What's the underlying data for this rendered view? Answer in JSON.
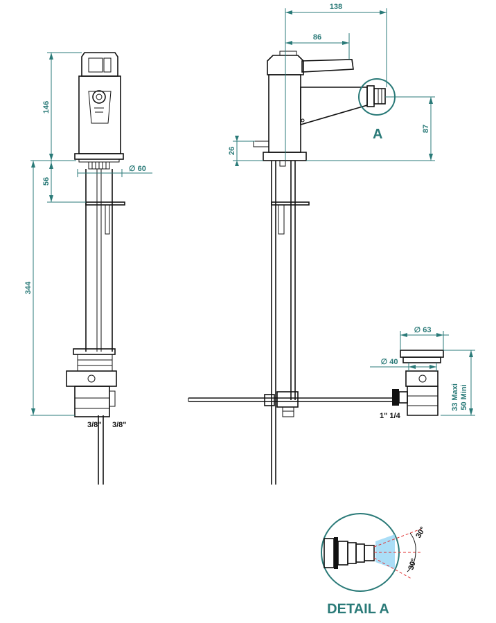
{
  "dimensions": {
    "d138": "138",
    "d86": "86",
    "d146": "146",
    "d56": "56",
    "d344": "344",
    "d26": "26",
    "d87": "87",
    "d60": "∅ 60",
    "d63": "∅ 63",
    "d40": "∅ 40",
    "d33": "33  Maxi",
    "d50": "50 Mini",
    "thread_left": "3/8\"",
    "thread_right": "3/8\"",
    "waste_thread": "1\" 1/4",
    "angle_top": "30°",
    "angle_bottom": "30°"
  },
  "labels": {
    "callout": "A",
    "detail_title": "DETAIL A"
  },
  "colors": {
    "dimension": "#2a7a78",
    "object": "#111111",
    "spray": "#8fd3f4",
    "angle_lines": "#e03030"
  }
}
